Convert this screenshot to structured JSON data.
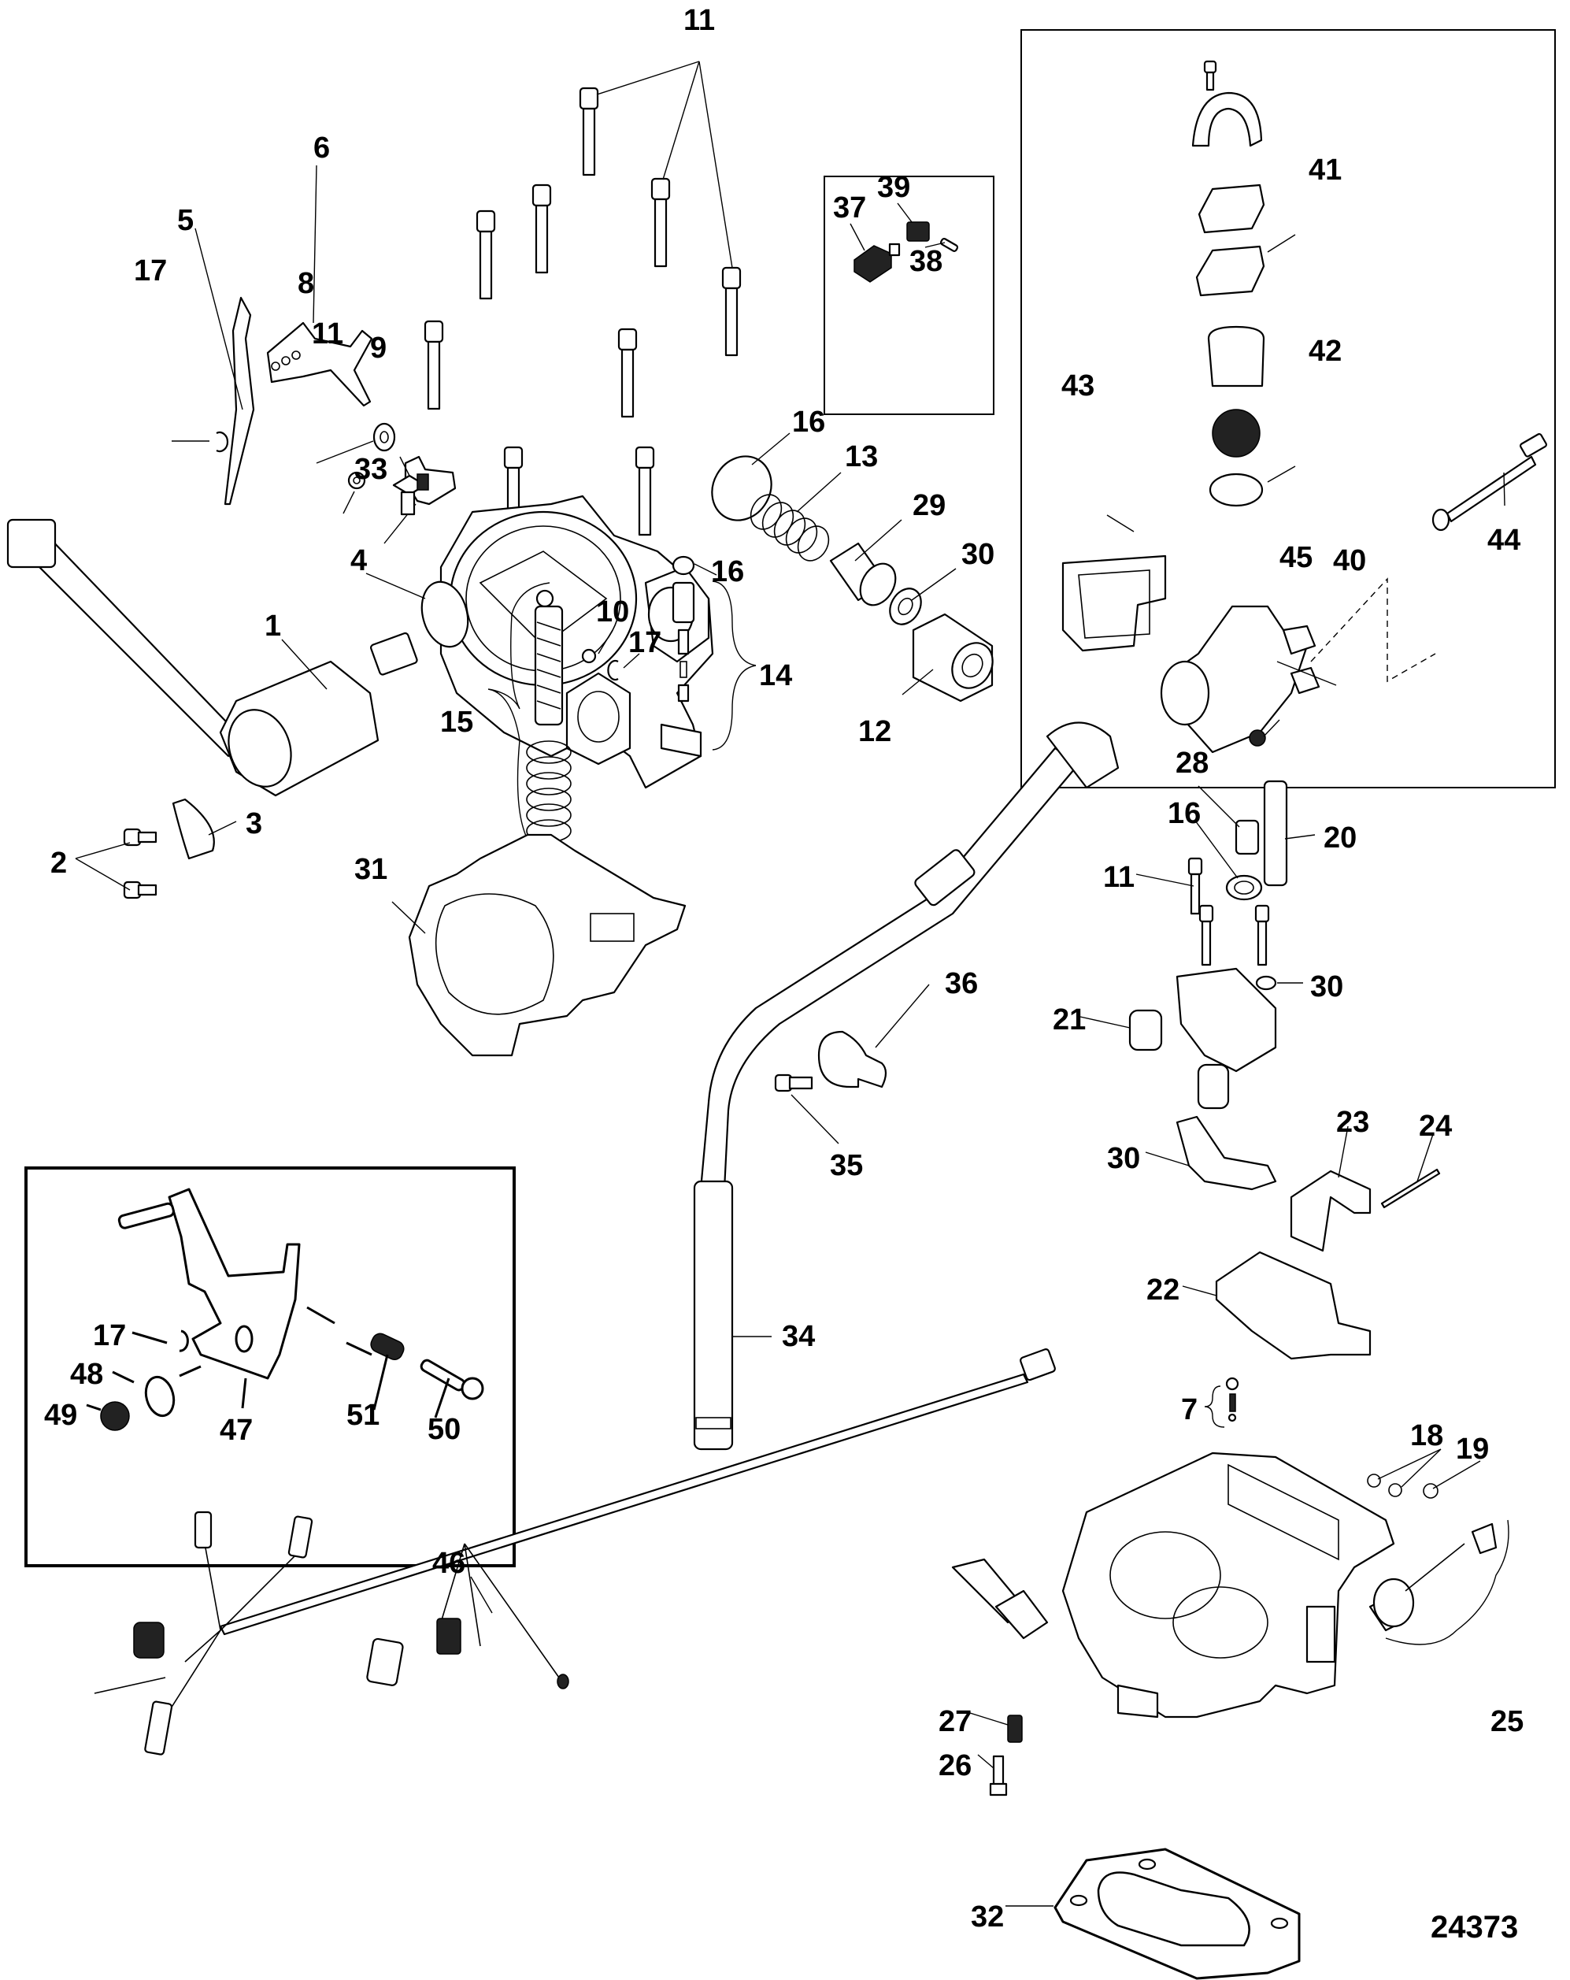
{
  "diagram": {
    "title": "Carburetor and related components — exploded parts view",
    "reference_number": "24373",
    "callouts": [
      {
        "id": "c11a",
        "label": "11"
      },
      {
        "id": "c6",
        "label": "6"
      },
      {
        "id": "c5",
        "label": "5"
      },
      {
        "id": "c17a",
        "label": "17"
      },
      {
        "id": "c8",
        "label": "8"
      },
      {
        "id": "c11b",
        "label": "11"
      },
      {
        "id": "c9",
        "label": "9"
      },
      {
        "id": "c37",
        "label": "37"
      },
      {
        "id": "c39",
        "label": "39"
      },
      {
        "id": "c38",
        "label": "38"
      },
      {
        "id": "c41",
        "label": "41"
      },
      {
        "id": "c42",
        "label": "42"
      },
      {
        "id": "c43",
        "label": "43"
      },
      {
        "id": "c45",
        "label": "45"
      },
      {
        "id": "c40",
        "label": "40"
      },
      {
        "id": "c44",
        "label": "44"
      },
      {
        "id": "c16a",
        "label": "16"
      },
      {
        "id": "c13",
        "label": "13"
      },
      {
        "id": "c29",
        "label": "29"
      },
      {
        "id": "c30a",
        "label": "30"
      },
      {
        "id": "c12",
        "label": "12"
      },
      {
        "id": "c33",
        "label": "33"
      },
      {
        "id": "c4",
        "label": "4"
      },
      {
        "id": "c1",
        "label": "1"
      },
      {
        "id": "c16b",
        "label": "16"
      },
      {
        "id": "c10",
        "label": "10"
      },
      {
        "id": "c17b",
        "label": "17"
      },
      {
        "id": "c14",
        "label": "14"
      },
      {
        "id": "c15",
        "label": "15"
      },
      {
        "id": "c3",
        "label": "3"
      },
      {
        "id": "c2",
        "label": "2"
      },
      {
        "id": "c31",
        "label": "31"
      },
      {
        "id": "c28",
        "label": "28"
      },
      {
        "id": "c16c",
        "label": "16"
      },
      {
        "id": "c20",
        "label": "20"
      },
      {
        "id": "c11c",
        "label": "11"
      },
      {
        "id": "c30b",
        "label": "30"
      },
      {
        "id": "c21",
        "label": "21"
      },
      {
        "id": "c36",
        "label": "36"
      },
      {
        "id": "c35",
        "label": "35"
      },
      {
        "id": "c30c",
        "label": "30"
      },
      {
        "id": "c23",
        "label": "23"
      },
      {
        "id": "c24",
        "label": "24"
      },
      {
        "id": "c22",
        "label": "22"
      },
      {
        "id": "c34",
        "label": "34"
      },
      {
        "id": "c7",
        "label": "7"
      },
      {
        "id": "c17c",
        "label": "17"
      },
      {
        "id": "c48",
        "label": "48"
      },
      {
        "id": "c49",
        "label": "49"
      },
      {
        "id": "c47",
        "label": "47"
      },
      {
        "id": "c51",
        "label": "51"
      },
      {
        "id": "c50",
        "label": "50"
      },
      {
        "id": "c18",
        "label": "18"
      },
      {
        "id": "c19",
        "label": "19"
      },
      {
        "id": "c46",
        "label": "46"
      },
      {
        "id": "c25",
        "label": "25"
      },
      {
        "id": "c27",
        "label": "27"
      },
      {
        "id": "c26",
        "label": "26"
      },
      {
        "id": "c32",
        "label": "32"
      }
    ],
    "insets": [
      {
        "name": "temperature-sensor-inset",
        "parts": [
          "37",
          "38",
          "39"
        ]
      },
      {
        "name": "thermostat-housing-inset",
        "parts": [
          "40",
          "41",
          "42",
          "43",
          "44",
          "45"
        ]
      },
      {
        "name": "throttle-lever-inset",
        "parts": [
          "17",
          "47",
          "48",
          "49",
          "50",
          "51"
        ]
      }
    ]
  }
}
